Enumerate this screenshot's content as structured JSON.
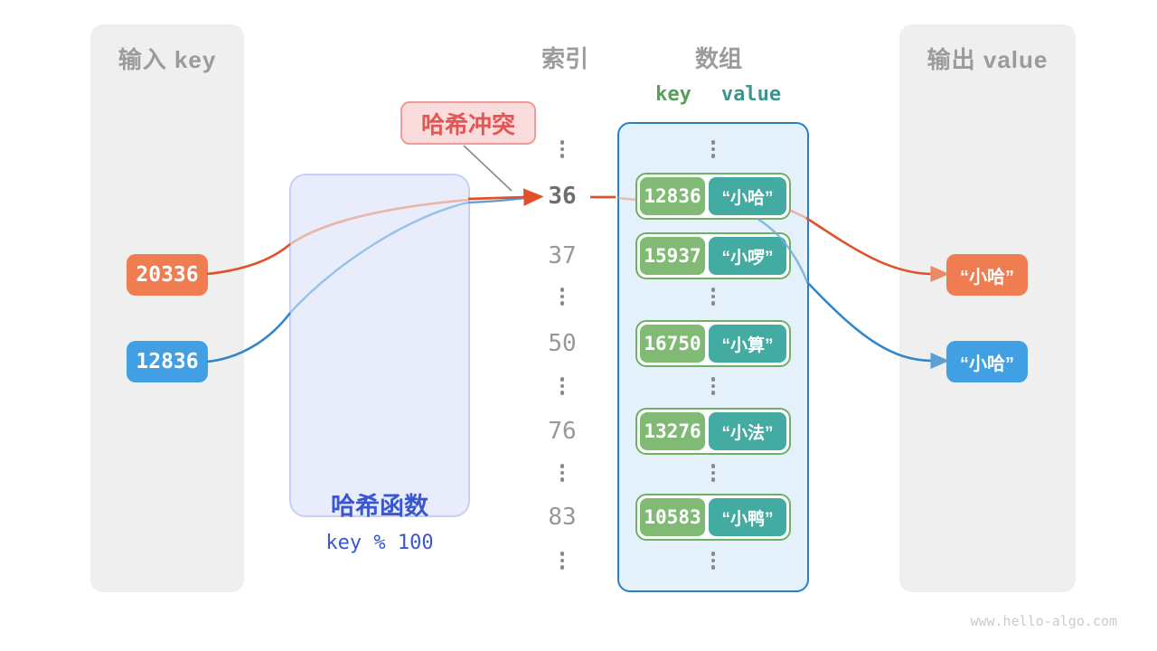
{
  "input_panel": {
    "title": "输入 key",
    "keys": [
      {
        "value": "20336",
        "color": "#F07C52"
      },
      {
        "value": "12836",
        "color": "#41A0E4"
      }
    ]
  },
  "hash_box": {
    "title": "哈希函数",
    "formula": "key % 100"
  },
  "collision_label": {
    "text": "哈希冲突"
  },
  "index_column": {
    "title": "索引",
    "items": [
      "36",
      "37",
      "50",
      "76",
      "83"
    ],
    "highlighted_item": "36"
  },
  "array": {
    "title": "数组",
    "key_header": "key",
    "value_header": "value",
    "rows": [
      {
        "key": "12836",
        "value": "“小哈”"
      },
      {
        "key": "15937",
        "value": "“小啰”"
      },
      {
        "key": "16750",
        "value": "“小算”"
      },
      {
        "key": "13276",
        "value": "“小法”"
      },
      {
        "key": "10583",
        "value": "“小鸭”"
      }
    ]
  },
  "output_panel": {
    "title": "输出 value",
    "values": [
      {
        "text": "“小哈”",
        "color": "#F07C52"
      },
      {
        "text": "“小哈”",
        "color": "#41A0E4"
      }
    ]
  },
  "watermark": "www.hello-algo.com",
  "colors": {
    "orange_box": "#F07C52",
    "orange_stroke": "#E05B2B",
    "blue_box": "#41A0E4",
    "blue_stroke": "#2E86CC",
    "key_green": "#81BA75",
    "value_teal": "#43ABA1",
    "pair_border": "#6EB162",
    "array_border": "#2A80C5",
    "array_bg": "#E4F1FB",
    "hash_bg": "#E9EDFB",
    "hash_border": "#C7CFF3",
    "hash_text": "#3A57D0",
    "panel_bg": "#EFEFEF",
    "panel_text": "#9B9B9B",
    "collision_bg": "#F9DCDB",
    "collision_border": "#F09A9A",
    "collision_text": "#E45653"
  }
}
